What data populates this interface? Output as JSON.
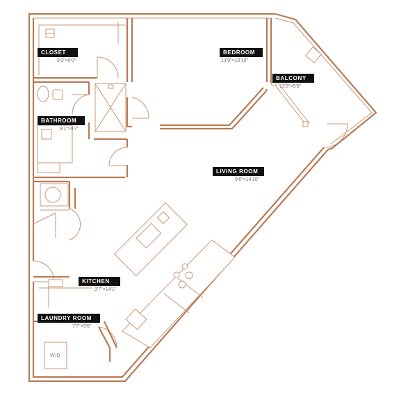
{
  "rooms": {
    "closet": {
      "name": "CLOSET",
      "dims": "9'3\"×6'0\""
    },
    "bedroom": {
      "name": "BEDROOM",
      "dims": "13'9\"×10'10\""
    },
    "balcony": {
      "name": "BALCONY",
      "dims": "13'3\"×5'6\""
    },
    "bathroom": {
      "name": "BATHROOM",
      "dims": "9'1\"×9'7\""
    },
    "living": {
      "name": "LIVING ROOM",
      "dims": "9'6\"×14'10\""
    },
    "kitchen": {
      "name": "KITCHEN",
      "dims": "9'7\"×14'1\""
    },
    "laundry": {
      "name": "LAUNDRY ROOM",
      "dims": "7'7\"×9'6\""
    }
  },
  "fixtures": {
    "washer_dryer": "W/D"
  },
  "colors": {
    "wall": "#b87a55",
    "label_bg": "#111111",
    "label_text": "#ffffff"
  }
}
